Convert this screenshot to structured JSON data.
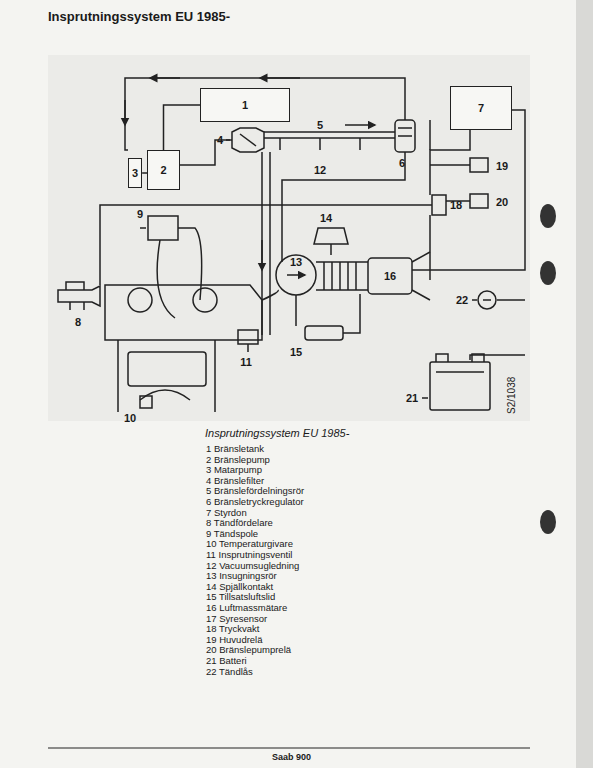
{
  "diagram": {
    "title": "Insprutningssystem EU 1985-",
    "caption": "Insprutningssystem EU 1985-",
    "nodes": [
      {
        "text": [
          "1"
        ]
      },
      {
        "text": [
          "2"
        ]
      },
      {
        "text": [
          "3"
        ]
      },
      {
        "text": [
          "7"
        ]
      }
    ],
    "edges": [
      {
        "from": 0,
        "to": 1,
        "arrow": "none"
      },
      {
        "from": 2,
        "to": 1,
        "arrow": "none"
      }
    ],
    "labels": [
      "4",
      "5",
      "6",
      "8",
      "9",
      "10",
      "11",
      "12",
      "13",
      "14",
      "15",
      "16",
      "18",
      "19",
      "20",
      "21",
      "22",
      "S2/1038",
      "1 Bränsletank",
      "2 Bränslepump",
      "3 Matarpump",
      "4 Bränslefilter",
      "5 Bränslefördelningsrör",
      "6 Bränsletryckregulator",
      "7 Styrdon",
      "8 Tändfördelare",
      "9 Tändspole",
      "10 Temperaturgivare",
      "11 Insprutningsventil",
      "12 Vacuumsugledning",
      "13 Insugningsrör",
      "14 Spjällkontakt",
      "15 Tillsatsluftslid",
      "16 Luftmassmätare",
      "17 Syresensor",
      "18 Tryckvakt",
      "19 Huvudrelä",
      "20 Bränslepumprelä",
      "21 Batteri",
      "22 Tändlås",
      "Saab 900"
    ]
  }
}
